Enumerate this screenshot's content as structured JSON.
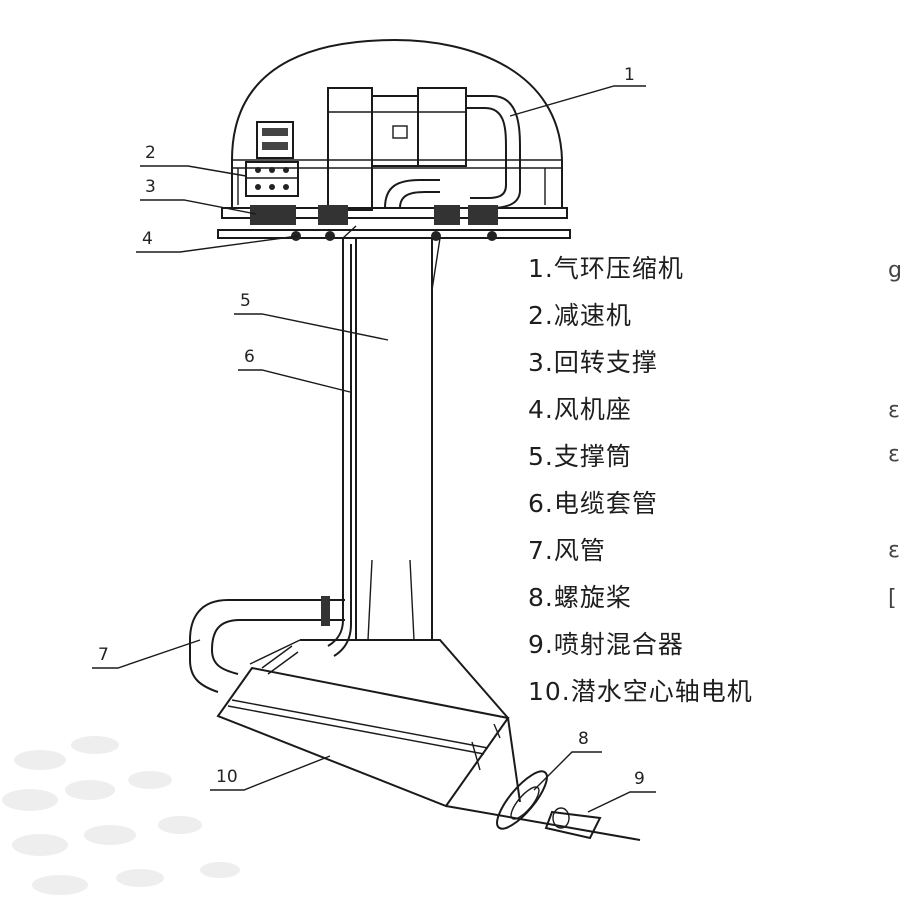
{
  "callouts": [
    "1",
    "2",
    "3",
    "4",
    "5",
    "6",
    "7",
    "8",
    "9",
    "10"
  ],
  "legend": [
    "1.气环压缩机",
    "2.减速机",
    "3.回转支撑",
    "4.风机座",
    "5.支撑筒",
    "6.电缆套管",
    "7.风管",
    "8.螺旋桨",
    "9.喷射混合器",
    "10.潜水空心轴电机"
  ],
  "edge_fragments": [
    "g",
    "ε",
    "ε",
    "ε",
    "["
  ]
}
